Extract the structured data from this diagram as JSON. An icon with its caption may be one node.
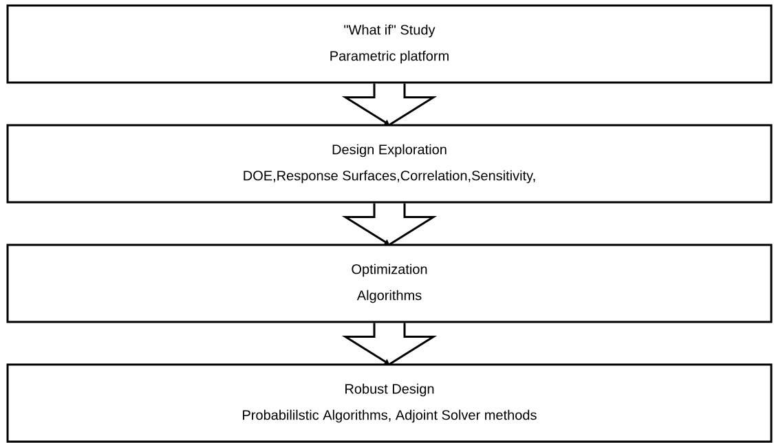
{
  "diagram": {
    "nodes": [
      {
        "text": [
          "\"What if\" Study",
          "Parametric platform"
        ]
      },
      {
        "text": [
          "Design Exploration",
          "DOE,Response Surfaces,Correlation,Sensitivity,"
        ]
      },
      {
        "text": [
          "Optimization",
          "Algorithms"
        ]
      },
      {
        "text": [
          "Robust Design",
          "Probabililstic Algorithms, Adjoint Solver methods"
        ]
      }
    ],
    "edges": [
      {
        "from": 0,
        "to": 1,
        "arrow": "to"
      },
      {
        "from": 1,
        "to": 2,
        "arrow": "to"
      },
      {
        "from": 2,
        "to": 3,
        "arrow": "to"
      }
    ]
  }
}
